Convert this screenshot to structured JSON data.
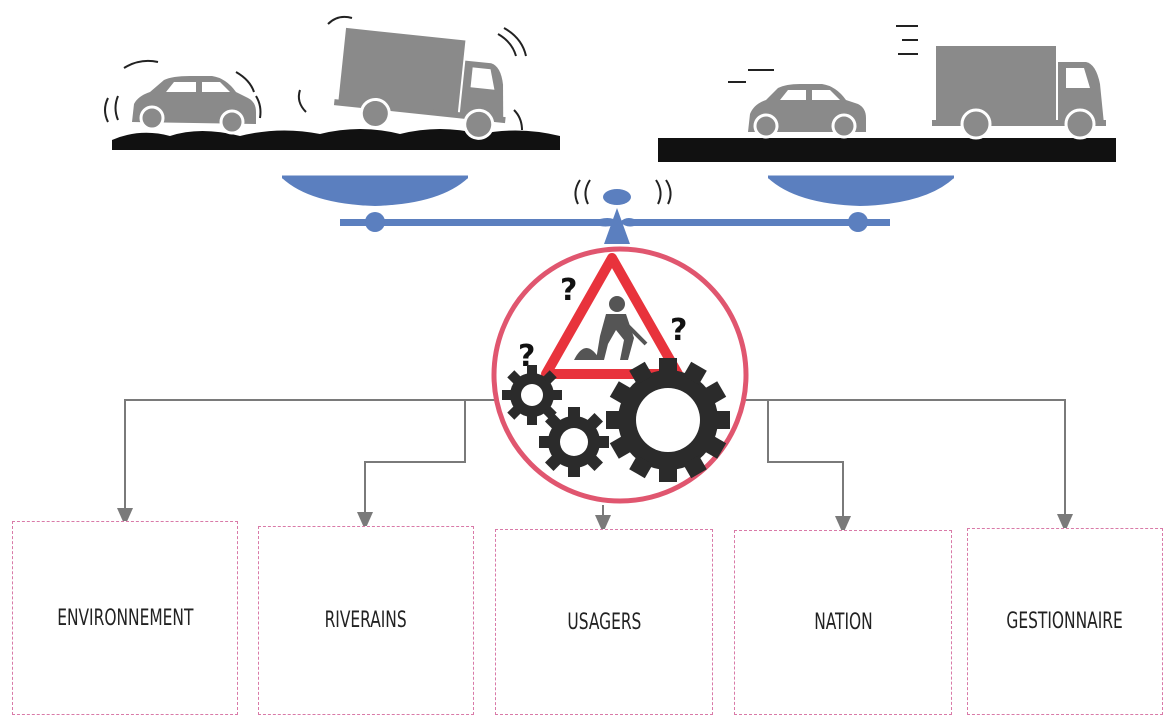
{
  "boxes": {
    "environnement": "ENVIRONNEMENT",
    "riverains": "RIVERAINS",
    "usagers": "USAGERS",
    "nation": "NATION",
    "gestionnaire": "GESTIONNAIRE"
  },
  "question_mark": "?",
  "colors": {
    "vehicle_gray": "#8a8a8a",
    "scale_blue": "#5b7fbf",
    "warning_red": "#e8333c",
    "circle_border": "#e0566f",
    "gear_dark": "#2b2b2b",
    "connector_gray": "#7a7a7a",
    "box_border_pink": "#d97aa8"
  },
  "icons": [
    "car-on-bumpy-road-icon",
    "truck-on-bumpy-road-icon",
    "car-on-smooth-road-icon",
    "truck-on-smooth-road-icon",
    "balance-scale-icon",
    "roadwork-warning-icon",
    "gears-icon"
  ]
}
